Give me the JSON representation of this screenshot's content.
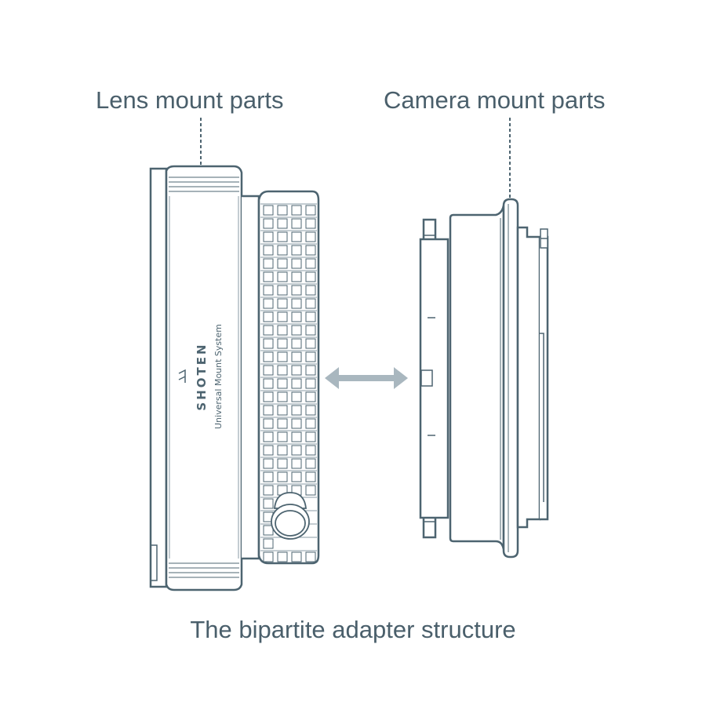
{
  "labels": {
    "lens_mount": "Lens mount parts",
    "camera_mount": "Camera mount parts",
    "caption": "The bipartite adapter structure"
  },
  "branding": {
    "brand": "SHOTEN",
    "product_line": "Universal Mount System",
    "logo_icon": "shoten-logo-icon"
  },
  "colors": {
    "line": "#4d6470",
    "line_light": "#8a9ba4",
    "arrow": "#a9b7bf",
    "text": "#4a5f6b"
  },
  "icons": {
    "arrow": "double-arrow-icon"
  }
}
